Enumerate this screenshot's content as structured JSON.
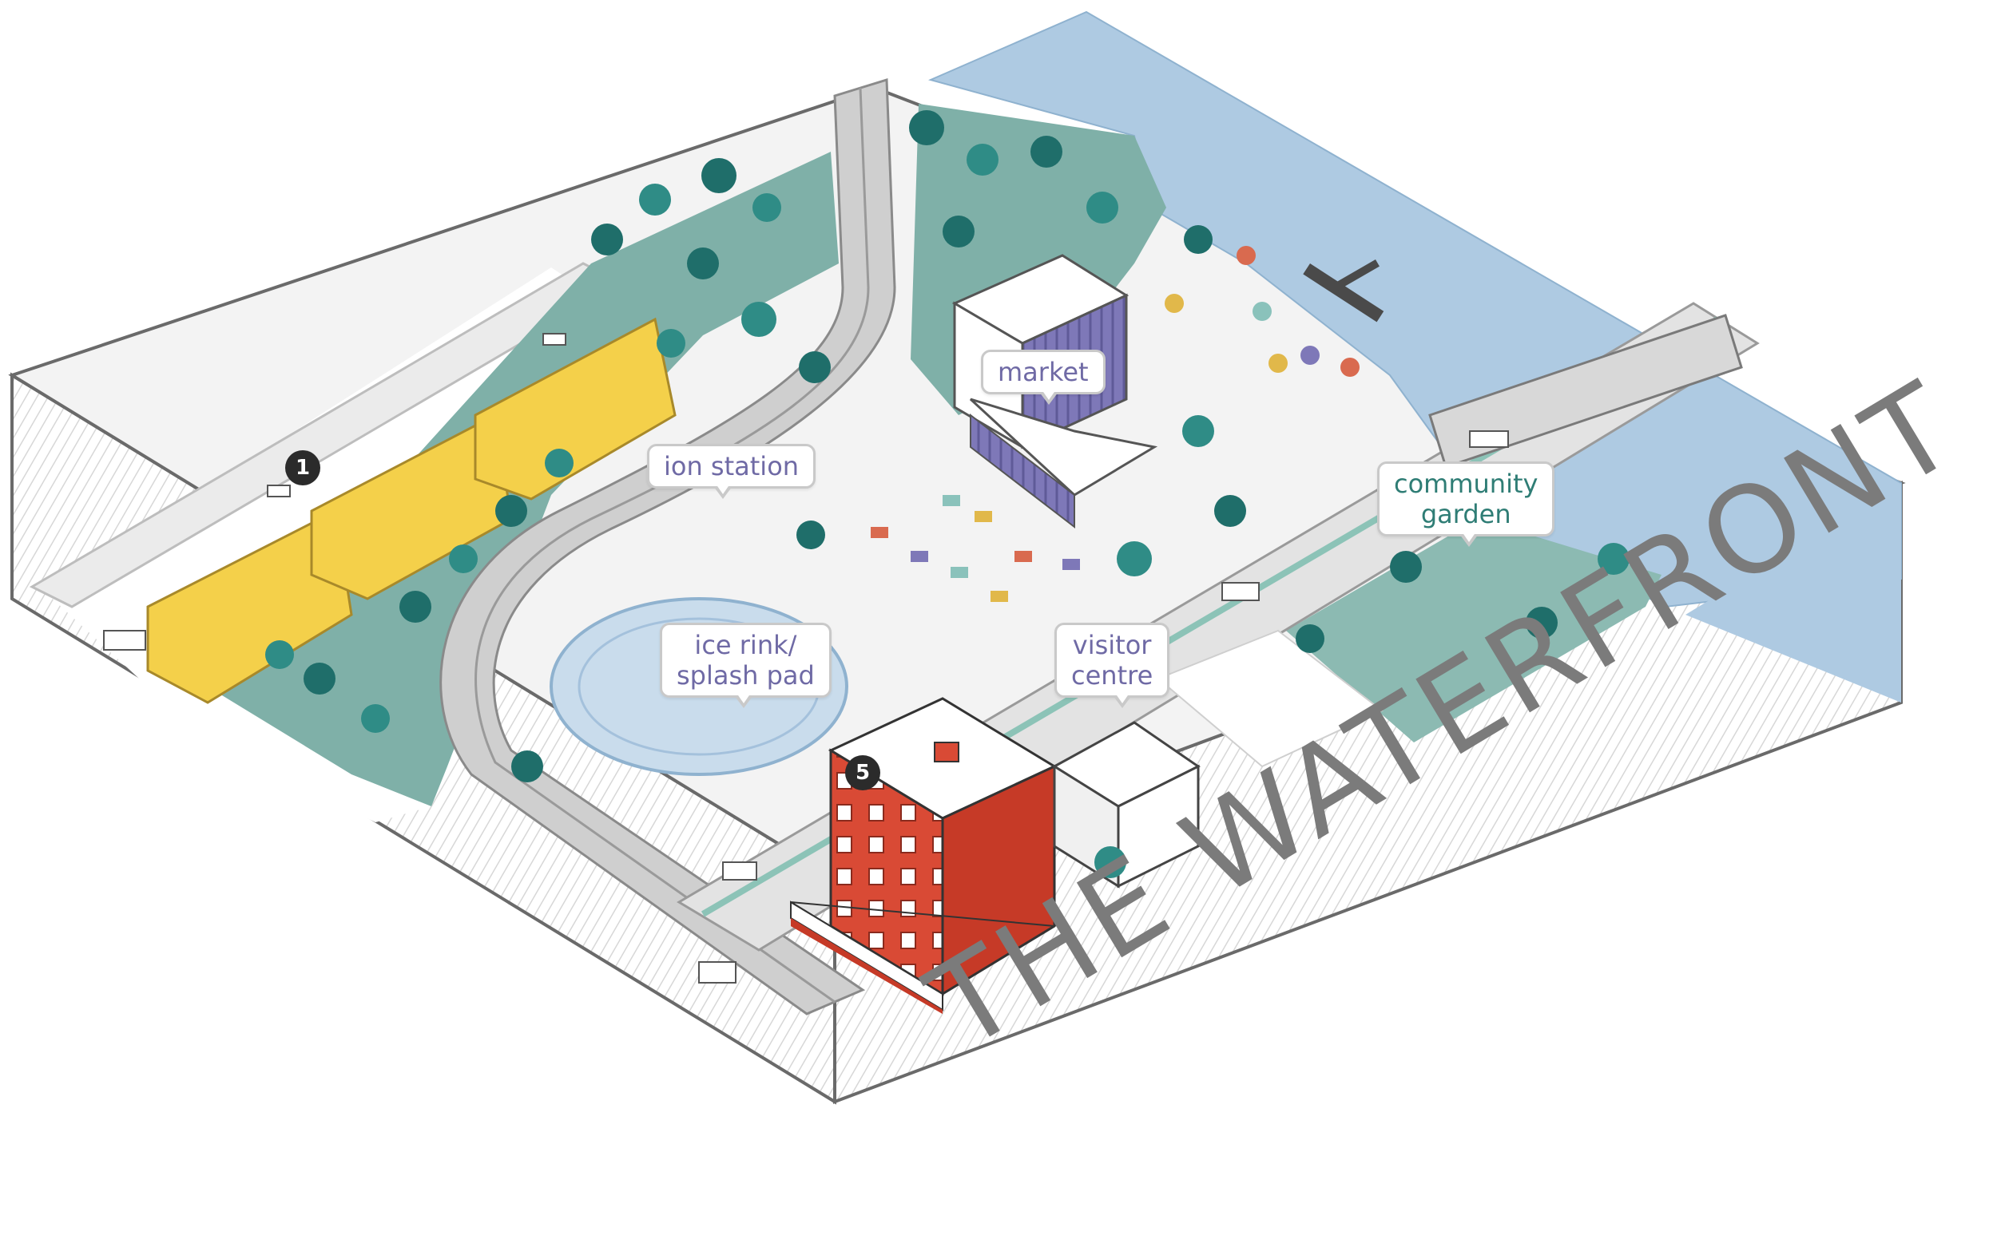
{
  "title": "THE WATERFRONT",
  "markers": [
    {
      "label": "1"
    },
    {
      "label": "5"
    }
  ],
  "callouts": {
    "market": "market",
    "ion_station": "ion station",
    "ice_rink_line1": "ice rink/",
    "ice_rink_line2": "splash pad",
    "visitor_line1": "visitor",
    "visitor_line2": "centre",
    "garden_line1": "community",
    "garden_line2": "garden"
  },
  "colors": {
    "water": "#aecae2",
    "park_green": "#7fb0a8",
    "tree_dark": "#1f6e6a",
    "tree_mid": "#2f8c86",
    "townhouse_yellow": "#f4d04a",
    "tower_red": "#d94a35",
    "road": "#cfcfcf",
    "plaza": "#ffffff",
    "rink": "#c9dcec",
    "market_purple": "#6f6aa5",
    "base_edge": "#8a8a8a"
  },
  "icons": {
    "tree": "tree-icon",
    "stall": "market-stall-icon",
    "umbrella": "umbrella-icon",
    "vehicle": "vehicle-icon"
  }
}
